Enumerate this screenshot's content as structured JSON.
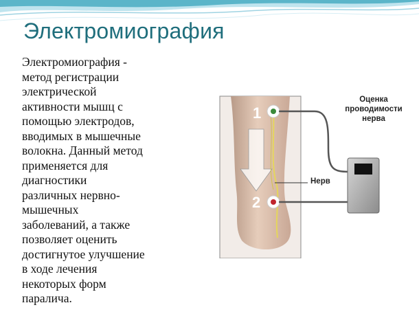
{
  "slide": {
    "title": "Электромиография",
    "body": "Электромиография -\nметод регистрации\nэлектрической\nактивности мышц с\nпомощью электродов,\nвводимых в мышечные\nволокна. Данный метод\nприменяется для\nдиагностики\nразличных нервно-\nмышечных\nзаболеваний, а также\nпозволяет оценить\nдостигнутое улучшение\nв ходе лечения\nнекоторых форм\nпаралича."
  },
  "figure": {
    "label_conduction": "Оценка\nпроводимости\nнерва",
    "label_nerve": "Нерв",
    "marker_1": "1",
    "marker_2": "2"
  },
  "colors": {
    "title": "#1f6e7c",
    "wave_dark": "#5bb5c9",
    "wave_light": "#bfe4ee",
    "electrode_top": "#3a8a3a",
    "electrode_bottom": "#c0262e",
    "nerve": "#e5d65c"
  }
}
